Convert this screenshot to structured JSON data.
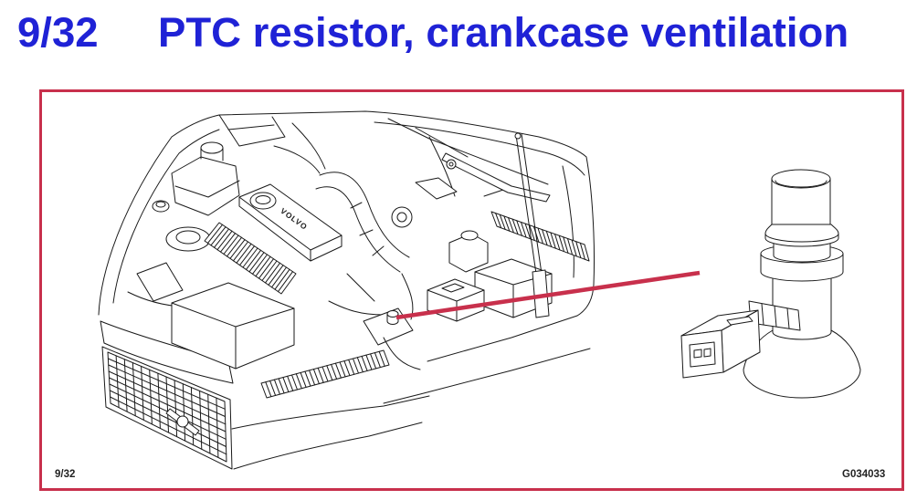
{
  "header": {
    "slide_number": "9/32",
    "title": "PTC resistor, crankcase ventilation"
  },
  "figure": {
    "engine_cover_logo": "VOLVO",
    "footer_left": "9/32",
    "footer_right": "G034033"
  },
  "colors": {
    "title": "#1f22d6",
    "frame": "#c8304c",
    "callout_line": "#c8304c",
    "line_art": "#1a1a1a",
    "background": "#ffffff"
  }
}
